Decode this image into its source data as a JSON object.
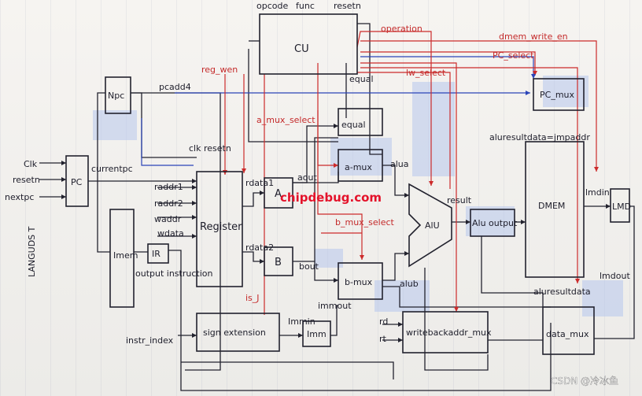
{
  "top_inputs": {
    "opcode": "opcode",
    "func": "func",
    "resetn": "resetn"
  },
  "left_inputs": {
    "clk": "Clk",
    "resetn": "resetn",
    "nextpc": "nextpc"
  },
  "blocks": {
    "cu": "CU",
    "npc": "Npc",
    "pc": "PC",
    "imem": "Imem",
    "ir": "IR",
    "register": "Register",
    "a": "A",
    "b": "B",
    "equal": "equal",
    "a_mux": "a-mux",
    "b_mux": "b-mux",
    "alu": "AlU",
    "alu_output": "Alu output",
    "dmem": "DMEM",
    "lmd": "LMD",
    "pc_mux": "PC_mux",
    "data_mux": "data_mux",
    "writeback": "writebackaddr_mux",
    "sign_ext": "sign extension",
    "imm": "Imm"
  },
  "signals": {
    "pcadd4": "pcadd4",
    "currentpc": "currentpc",
    "clk_resetn": "clk resetn",
    "raddr1": "raddr1",
    "raddr2": "raddr2",
    "waddr": "waddr",
    "wdata": "wdata",
    "rdata1": "rdata1",
    "rdata2": "rdata2",
    "aout": "aout",
    "bout": "bout",
    "alua": "alua",
    "alub": "alub",
    "result": "result",
    "immout": "immout",
    "immin": "Immin",
    "lmdin": "lmdin",
    "lmdout": "lmdout",
    "aluresultdata_jmp": "aluresultdata=jmpaddr",
    "aluresultdata": "aluresultdata",
    "output_instruction": "output instruction",
    "instr_index": "instr_index",
    "rd": "rd",
    "rt": "rt",
    "equal_sig": "equal",
    "vertical_note": "LANGUDS T"
  },
  "control": {
    "operation": "operation",
    "dmem_write_en": "dmem_write_en",
    "pc_select": "PC_select",
    "reg_wen": "reg_wen",
    "lw_select": "lw_select",
    "a_mux_select": "a_mux_select",
    "b_mux_select": "b_mux_select",
    "is_j": "is_J"
  },
  "overlays": {
    "watermark": "chipdebug.com",
    "credit": "CSDN @冷冰鱼"
  },
  "colors": {
    "ink": "#22222e",
    "red": "#cc2b2b",
    "blue": "#2b44b8",
    "highlight": "#b7c6ec",
    "watermark": "#e4122a"
  }
}
